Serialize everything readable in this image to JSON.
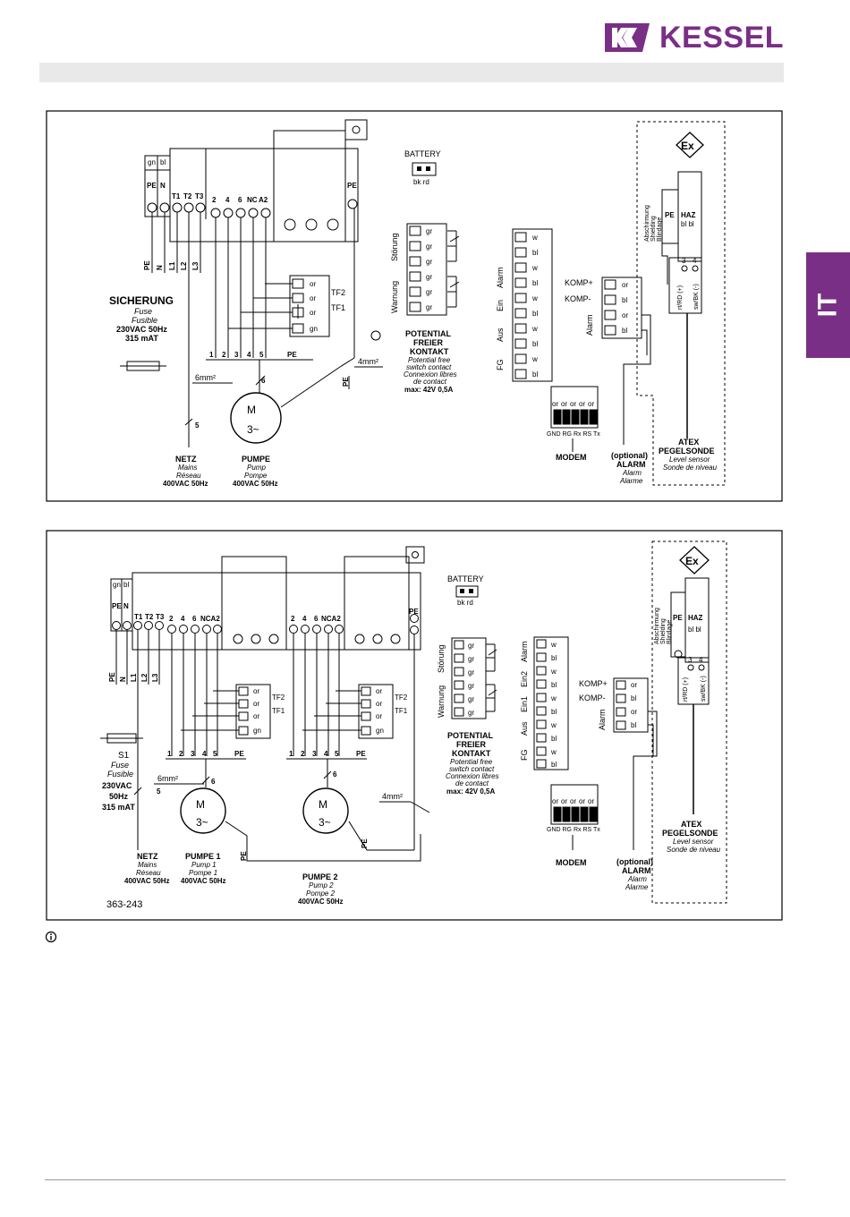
{
  "header": {
    "brand": "KESSEL",
    "brand_color": "#7a2f86",
    "logo_icon": "kessel-k-logo-icon"
  },
  "side_tab": {
    "label": "IT",
    "color": "#7a2f86"
  },
  "diagram1": {
    "terminals_left": [
      "gn",
      "bl",
      "PE",
      "N",
      "T1",
      "T2",
      "T3",
      "2",
      "4",
      "6",
      "NC",
      "A2",
      "PE"
    ],
    "wire_labels": [
      "PE",
      "N",
      "L1",
      "L2",
      "L3"
    ],
    "battery": {
      "label": "BATTERY",
      "pins": "bk  rd"
    },
    "stoerung_label": "Störung",
    "warnung_label": "Warnung",
    "relay_pins": [
      "gr",
      "gr",
      "gr",
      "gr",
      "gr",
      "gr"
    ],
    "potential": {
      "title1": "POTENTIAL",
      "title2": "FREIER",
      "title3": "KONTAKT",
      "en": "Potential free",
      "en2": "switch contact",
      "fr": "Connexion libres",
      "fr2": "de contact",
      "max": "max: 42V 0,5A"
    },
    "input_groups": [
      "Alarm",
      "Ein",
      "Aus",
      "FG"
    ],
    "input_pins": [
      "w",
      "bl",
      "w",
      "bl",
      "w",
      "bl",
      "w",
      "bl",
      "w",
      "bl"
    ],
    "komp_plus": "KOMP+",
    "komp_minus": "KOMP-",
    "alarm_vert": "Alarm",
    "komp_pins": [
      "or",
      "bl",
      "or",
      "bl"
    ],
    "modem": {
      "pins": [
        "or",
        "or",
        "or",
        "or",
        "or"
      ],
      "labels": "GND RG Rx RS Tx",
      "title": "MODEM"
    },
    "alarm": {
      "opt": "(optional)",
      "title": "ALARM",
      "en": "Alarm",
      "fr": "Alarme"
    },
    "atex": {
      "title1": "ATEX",
      "title2": "PEGELSONDE",
      "en": "Level sensor",
      "fr": "Sonde de niveau",
      "pe": "PE",
      "haz": "HAZ",
      "bl": "bl  bl",
      "shield1": "Abschirmung",
      "shield2": "Shielding",
      "shield3": "Blindage",
      "n3": "3",
      "n4": "4",
      "rd": "rt/RD (+)",
      "bk": "sw/BK (-)"
    },
    "ex_symbol": "Ex",
    "tf_pins": [
      "or",
      "or",
      "or",
      "gn"
    ],
    "tf2": "TF2",
    "tf1": "TF1",
    "motor_terms": [
      "1",
      "2",
      "3",
      "4",
      "5",
      "PE"
    ],
    "sicherung": {
      "title": "SICHERUNG",
      "en": "Fuse",
      "fr": "Fusible",
      "v": "230VAC 50Hz",
      "a": "315 mAT"
    },
    "mm6": "6mm²",
    "mm4": "4mm²",
    "n6": "6",
    "n5": "5",
    "pe": "PE",
    "motor": {
      "m": "M",
      "ph": "3~"
    },
    "netz": {
      "title": "NETZ",
      "en": "Mains",
      "fr": "Réseau",
      "v": "400VAC 50Hz"
    },
    "pumpe": {
      "title": "PUMPE",
      "en": "Pump",
      "fr": "Pompe",
      "v": "400VAC 50Hz"
    }
  },
  "diagram2": {
    "terminals": [
      "gn",
      "bl",
      "PE",
      "N",
      "T1",
      "T2",
      "T3",
      "2",
      "4",
      "6",
      "NCA2",
      "2",
      "4",
      "6",
      "NCA2",
      "PE"
    ],
    "wire_labels": [
      "PE",
      "N",
      "L1",
      "L2",
      "L3"
    ],
    "battery": {
      "label": "BATTERY",
      "pins": "bk  rd"
    },
    "stoerung_label": "Störung",
    "warnung_label": "Warnung",
    "relay_pins": [
      "gr",
      "gr",
      "gr",
      "gr",
      "gr",
      "gr"
    ],
    "potential": {
      "title1": "POTENTIAL",
      "title2": "FREIER",
      "title3": "KONTAKT",
      "en": "Potential free",
      "en2": "switch contact",
      "fr": "Connexion libres",
      "fr2": "de contact",
      "max": "max: 42V 0,5A"
    },
    "input_groups": [
      "Alarm",
      "Ein2",
      "Ein1",
      "Aus",
      "FG"
    ],
    "input_pins": [
      "w",
      "bl",
      "w",
      "bl",
      "w",
      "bl",
      "w",
      "bl",
      "w",
      "bl"
    ],
    "komp_plus": "KOMP+",
    "komp_minus": "KOMP-",
    "alarm_vert": "Alarm",
    "komp_pins": [
      "or",
      "bl",
      "or",
      "bl"
    ],
    "modem": {
      "pins": [
        "or",
        "or",
        "or",
        "or",
        "or"
      ],
      "labels": "GND RG Rx RS Tx",
      "title": "MODEM"
    },
    "alarm": {
      "opt": "(optional)",
      "title": "ALARM",
      "en": "Alarm",
      "fr": "Alarme"
    },
    "atex": {
      "title1": "ATEX",
      "title2": "PEGELSONDE",
      "en": "Level sensor",
      "fr": "Sonde de niveau",
      "pe": "PE",
      "haz": "HAZ",
      "bl": "bl  bl",
      "shield1": "Abschirmung",
      "shield2": "Shielding",
      "shield3": "Blindage",
      "n3": "3",
      "n4": "4",
      "rd": "rt/RD (+)",
      "bk": "sw/BK (-)"
    },
    "ex_symbol": "Ex",
    "tf_pins": [
      "or",
      "or",
      "or",
      "gn"
    ],
    "tf2": "TF2",
    "tf1": "TF1",
    "motor_terms": [
      "1",
      "2",
      "3",
      "4",
      "5",
      "PE"
    ],
    "s1": {
      "title": "S1",
      "en": "Fuse",
      "fr": "Fusible",
      "v1": "230VAC",
      "v2": "50Hz",
      "a": "315 mAT"
    },
    "mm6": "6mm²",
    "mm4": "4mm²",
    "n6": "6",
    "n5": "5",
    "pe": "PE",
    "motor": {
      "m": "M",
      "ph": "3~"
    },
    "netz": {
      "title": "NETZ",
      "en": "Mains",
      "fr": "Réseau",
      "v": "400VAC 50Hz"
    },
    "pumpe1": {
      "title": "PUMPE 1",
      "en": "Pump 1",
      "fr": "Pompe 1",
      "v": "400VAC 50Hz"
    },
    "pumpe2": {
      "title": "PUMPE 2",
      "en": "Pump 2",
      "fr": "Pompe 2",
      "v": "400VAC 50Hz"
    },
    "ref": "363-243"
  },
  "footer": {
    "info_icon": "info-icon"
  }
}
